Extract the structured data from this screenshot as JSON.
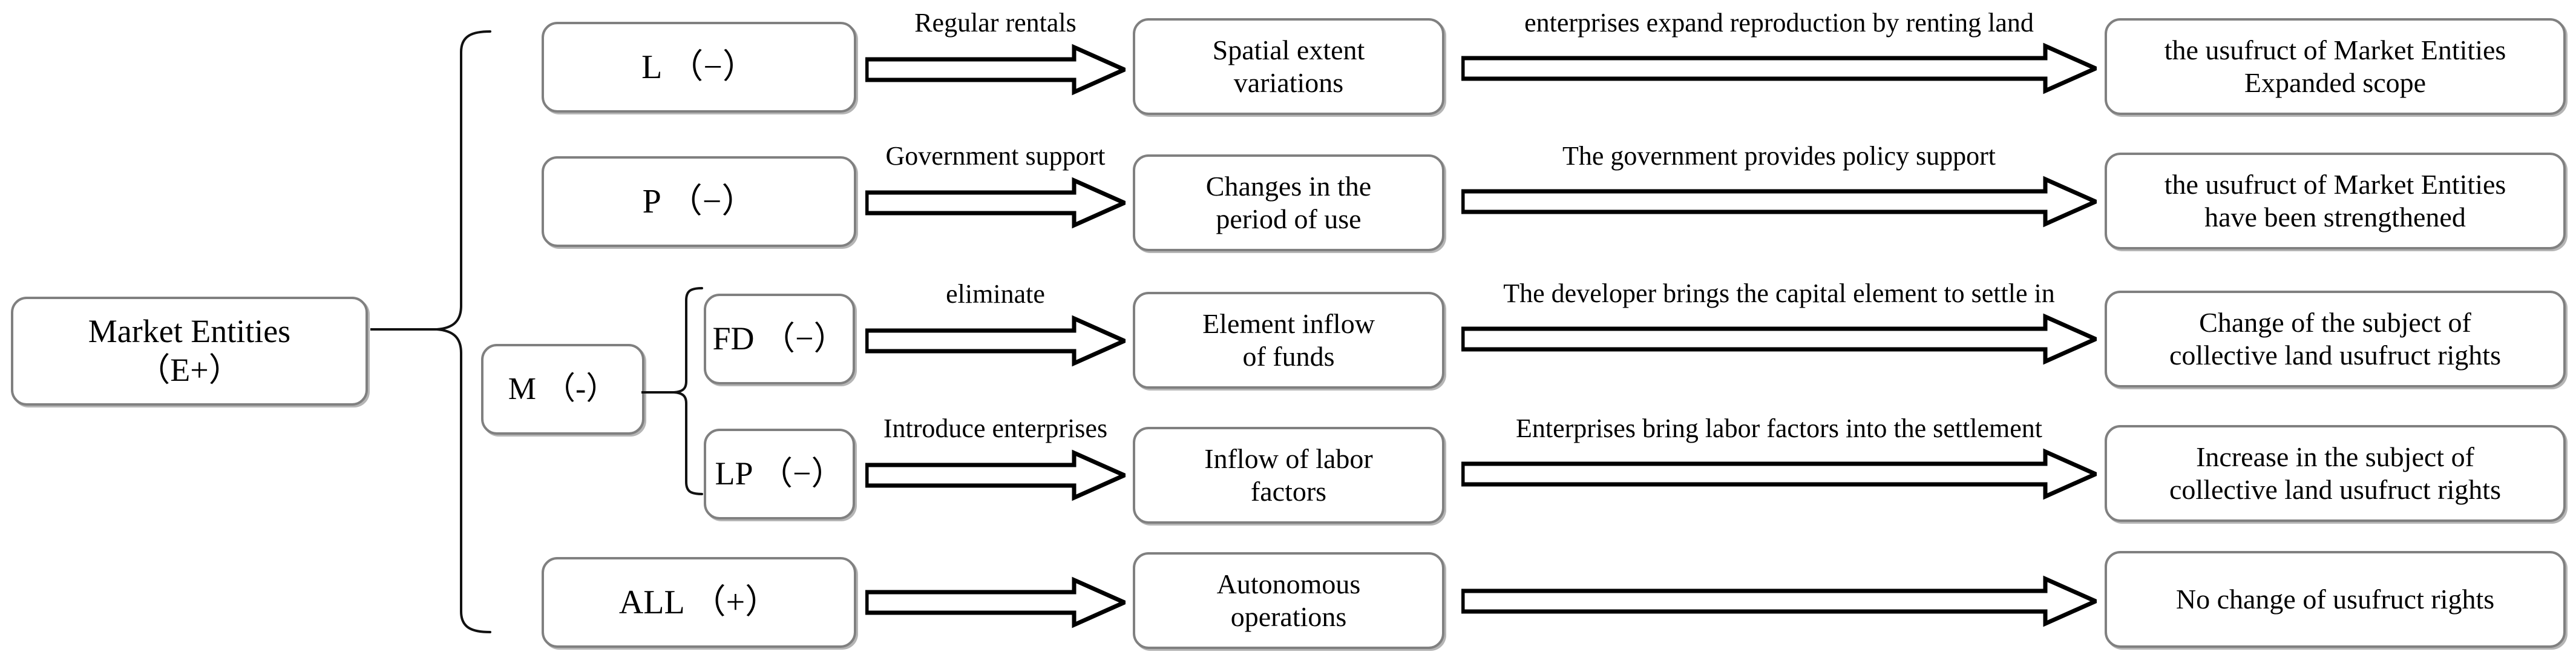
{
  "diagram": {
    "title": "Market Entities usufruct rights change pathways",
    "root": {
      "label": "Market Entities\n(E+)",
      "line1": "Market Entities",
      "line2": "（E+）"
    },
    "group_m": {
      "label": "M （-）"
    },
    "rows": [
      {
        "id": "row-l",
        "factor": "L  （−）",
        "arrow1_label": "Regular rentals",
        "effect_line1": "Spatial extent",
        "effect_line2": "variations",
        "arrow2_label": "enterprises expand reproduction by renting land",
        "result_line1": "the usufruct of Market Entities",
        "result_line2": "Expanded scope"
      },
      {
        "id": "row-p",
        "factor": "P  （−）",
        "arrow1_label": "Government support",
        "effect_line1": "Changes in the",
        "effect_line2": "period of use",
        "arrow2_label": "The government provides policy support",
        "result_line1": "the usufruct of Market Entities",
        "result_line2": "have been strengthened"
      },
      {
        "id": "row-fd",
        "factor": "FD  （−）",
        "arrow1_label": "eliminate",
        "effect_line1": "Element inflow",
        "effect_line2": "of funds",
        "arrow2_label": "The developer brings the capital element to settle in",
        "result_line1": "Change of the subject of",
        "result_line2": "collective land usufruct rights"
      },
      {
        "id": "row-lp",
        "factor": "LP  （−）",
        "arrow1_label": "Introduce enterprises",
        "effect_line1": "Inflow of labor",
        "effect_line2": "factors",
        "arrow2_label": "Enterprises bring labor factors into the settlement",
        "result_line1": "Increase in the subject of",
        "result_line2": "collective land usufruct rights"
      },
      {
        "id": "row-all",
        "factor": "ALL  （+）",
        "arrow1_label": "",
        "effect_line1": "Autonomous",
        "effect_line2": "operations",
        "arrow2_label": "",
        "result_line1": "No change of usufruct rights",
        "result_line2": ""
      }
    ],
    "colors": {
      "box_border": "#808080",
      "box_shadow": "#787878",
      "arrow_stroke": "#000000",
      "brace_stroke": "#000000",
      "text": "#000000",
      "background": "#ffffff"
    }
  }
}
